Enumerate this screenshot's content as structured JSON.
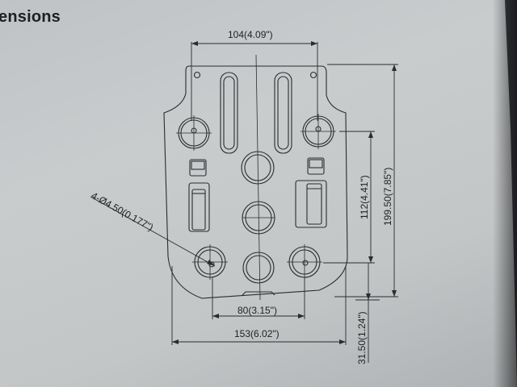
{
  "heading": "ensions",
  "dimensions": {
    "top_width": "104(4.09\")",
    "hole_spacing": "80(3.15\")",
    "total_width": "153(6.02\")",
    "hole_vertical": "112(4.41\")",
    "total_height": "199.50(7.85\")",
    "bottom_offset": "31.50(1.24\")",
    "hole_callout": "4-Ø4.50(0.177\")"
  },
  "colors": {
    "paper": "#c6c9ca",
    "ink": "#1e2022",
    "shadow": "#3a3e44"
  }
}
